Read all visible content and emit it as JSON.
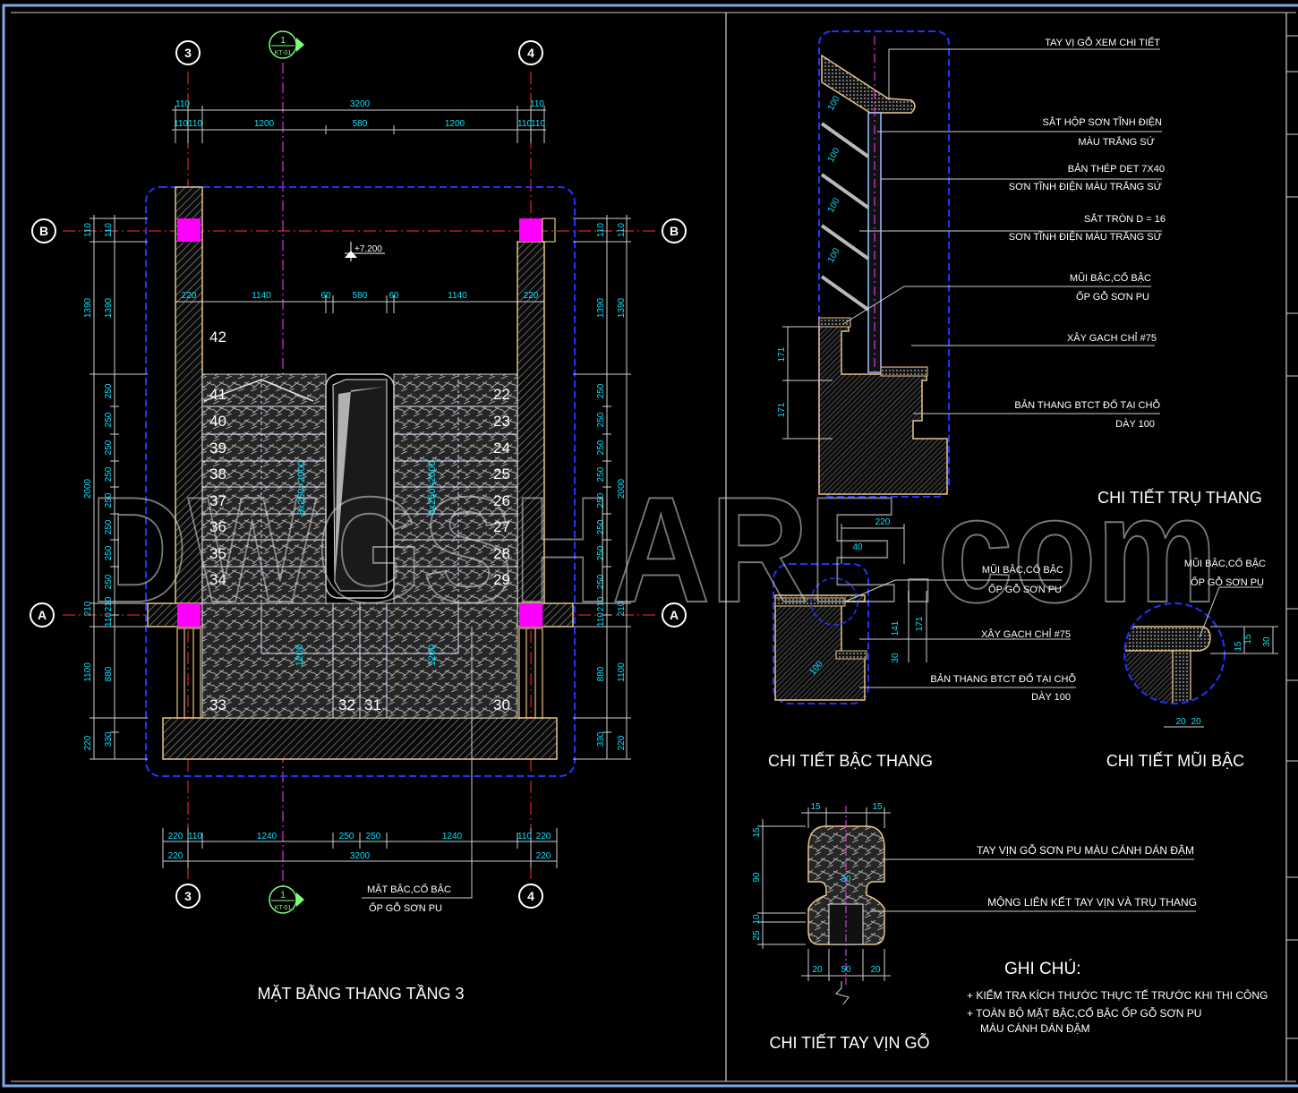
{
  "watermark": "DWGSHARE.com",
  "plan": {
    "title": "MẶT BẰNG THANG TẦNG 3",
    "axes": {
      "left_col": "3",
      "right_col": "4",
      "top_row": "B",
      "bottom_row": "A",
      "section_num": "1",
      "section_ref": "KT-01"
    },
    "elevation": "+7.200",
    "dims_top_row1": [
      "110",
      "3200",
      "110"
    ],
    "dims_top_row2": [
      "110",
      "110",
      "1200",
      "580",
      "1200",
      "110",
      "110"
    ],
    "dims_inner": [
      "220",
      "1140",
      "60",
      "580",
      "60",
      "1140",
      "220"
    ],
    "dims_bottom_row1": [
      "220",
      "110",
      "1240",
      "250",
      "250",
      "1240",
      "110",
      "220"
    ],
    "dims_bottom_row2": [
      "220",
      "3200",
      "220"
    ],
    "dims_left_outer": [
      "110",
      "1390",
      "2000",
      "210",
      "1100",
      "220"
    ],
    "dims_left_inner": [
      "110",
      "1390",
      "250",
      "250",
      "250",
      "250",
      "250",
      "250",
      "250",
      "250",
      "210",
      "110",
      "880",
      "330"
    ],
    "dims_right_outer": [
      "110",
      "1390",
      "2000",
      "210",
      "1100",
      "220"
    ],
    "dims_right_inner": [
      "110",
      "1390",
      "250",
      "250",
      "250",
      "250",
      "250",
      "250",
      "250",
      "250",
      "210",
      "110",
      "880",
      "330"
    ],
    "flight_label_left": "8x250=2000",
    "flight_label_right": "8x250=2000",
    "landing_label_left": "1200",
    "landing_label_right": "1200",
    "steps_left": [
      "41",
      "40",
      "39",
      "38",
      "37",
      "36",
      "35",
      "34"
    ],
    "steps_right": [
      "22",
      "23",
      "24",
      "25",
      "26",
      "27",
      "28",
      "29"
    ],
    "step_top": "42",
    "landing_steps": [
      "33",
      "32",
      "31",
      "30"
    ],
    "note_line1": "MẶT BẬC,CỔ BẬC",
    "note_line2": "ỐP GỖ SƠN PU"
  },
  "post_detail": {
    "title": "CHI TIẾT TRỤ THANG",
    "labels": [
      [
        "TAY VỊ GỖ XEM CHI TIẾT"
      ],
      [
        "SẮT HỘP SƠN TĨNH ĐIỆN",
        "MÀU TRẮNG SỨ"
      ],
      [
        "BẢN THÉP DẸT 7X40",
        "SƠN TĨNH ĐIỆN MÀU TRẮNG SỨ"
      ],
      [
        "SẮT TRÒN D = 16",
        "SƠN TĨNH ĐIỆN MÀU TRẮNG SỨ"
      ],
      [
        "MŨI BẬC,CỔ BẬC",
        "ỐP GỖ SƠN PU"
      ],
      [
        "XÂY GẠCH CHỈ #75"
      ],
      [
        "BẢN THANG BTCT ĐỔ TẠI CHỖ",
        "DÀY 100"
      ]
    ],
    "dims": [
      "100",
      "100",
      "100",
      "100",
      "171",
      "171"
    ]
  },
  "step_detail": {
    "title": "CHI TIẾT BẬC THANG",
    "labels": [
      [
        "MŨI BẬC,CỔ BẬC",
        "ỐP GỖ SƠN PU"
      ],
      [
        "XÂY GẠCH CHỈ #75"
      ],
      [
        "BẢN THANG BTCT ĐỔ TẠI CHỖ",
        "DÀY 100"
      ]
    ],
    "dims": [
      "220",
      "40",
      "141",
      "171",
      "30",
      "100"
    ]
  },
  "nosing_detail": {
    "title": "CHI TIẾT MŨI BẬC",
    "labels": [
      [
        "MŨI BẬC,CỔ BẬC",
        "ỐP GỖ SƠN PU"
      ]
    ],
    "dims": [
      "15",
      "15",
      "30",
      "20",
      "20"
    ]
  },
  "handrail_detail": {
    "title": "CHI TIẾT TAY VỊN GỖ",
    "labels": [
      [
        "TAY VỊN GỖ SƠN PU MÀU CÁNH DÁN ĐẬM"
      ],
      [
        "MỘNG LIÊN KẾT TAY VỊN VÀ TRỤ THANG"
      ]
    ],
    "dims_top": [
      "15",
      "15"
    ],
    "dims_left": [
      "15",
      "90",
      "10",
      "25"
    ],
    "dims_bottom": [
      "20",
      "50",
      "20"
    ],
    "dim_center": "30"
  },
  "notes": {
    "title": "GHI CHÚ:",
    "lines": [
      "+ KIỂM TRA KÍCH THƯỚC THỰC TẾ TRƯỚC KHI THI CÔNG",
      "+ TOÀN BỘ MẶT BẬC,CỔ BẬC ỐP GỖ SƠN PU",
      "MÀU CÁNH DÁN ĐẬM"
    ]
  },
  "colors": {
    "background": "#000000",
    "frame": "#7ea8e6",
    "wall": "#e8c488",
    "dim": "#00e5ff",
    "axis": "#ff3030",
    "magenta": "#ff00ff",
    "boundary": "#2233ff",
    "white": "#ffffff"
  }
}
